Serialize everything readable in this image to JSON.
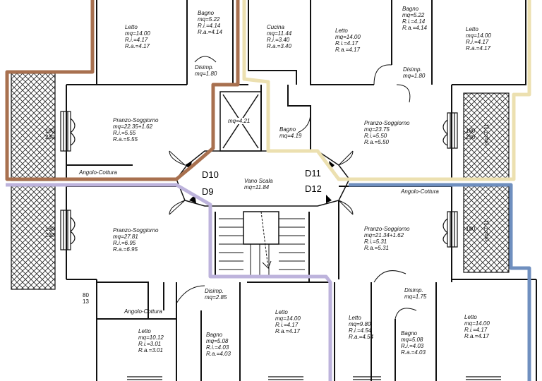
{
  "colors": {
    "brown": "#a8704f",
    "cream": "#ece0b0",
    "lavender": "#bdb3dc",
    "blue": "#6f8fbf",
    "wall": "#111111"
  },
  "rooms": {
    "letto_tl": {
      "name": "Letto",
      "mq": "mq=14.00",
      "ri": "R.i.=4.17",
      "ra": "R.a.=4.17"
    },
    "bagno_tl": {
      "name": "Bagno",
      "mq": "mq=5.22",
      "ri": "R.i.=4.14",
      "ra": "R.a.=4.14"
    },
    "disimp_tl": {
      "name": "Disimp.",
      "mq": "mq=1.80"
    },
    "cucina": {
      "name": "Cucina",
      "mq": "mq=11.44",
      "ri": "R.i.=3.40",
      "ra": "R.a.=3.40"
    },
    "letto_tc": {
      "name": "Letto",
      "mq": "mq=14.00",
      "ri": "R.i.=4.17",
      "ra": "R.a.=4.17"
    },
    "bagno_tr": {
      "name": "Bagno",
      "mq": "mq=5.22",
      "ri": "R.i.=4.14",
      "ra": "R.a.=4.14"
    },
    "letto_tr": {
      "name": "Letto",
      "mq": "mq=14.00",
      "ri": "R.i.=4.17",
      "ra": "R.a.=4.17"
    },
    "disimp_tr": {
      "name": "Disimp.",
      "mq": "mq=1.80"
    },
    "pranzo_tl": {
      "name": "Pranzo-Soggiorno",
      "mq": "mq=22.35+1.62",
      "ri": "R.i.=5.55",
      "ra": "R.a.=5.55"
    },
    "cavedio": {
      "mq": "mq=4.21"
    },
    "bagno_c": {
      "name": "Bagno",
      "mq": "mq=4.19"
    },
    "pranzo_tr": {
      "name": "Pranzo-Soggiorno",
      "mq": "mq=23.75",
      "ri": "R.i.=5.50",
      "ra": "R.a.=5.50"
    },
    "angolo_tl": {
      "name": "Angolo-Cottura"
    },
    "vano_scala": {
      "name": "Vano Scala",
      "mq": "mq=11.84"
    },
    "angolo_r": {
      "name": "Angolo-Cottura"
    },
    "pranzo_bl": {
      "name": "Pranzo-Soggiorno",
      "mq": "mq=27.81",
      "ri": "R.i.=6.95",
      "ra": "R.a.=6.95"
    },
    "pranzo_br": {
      "name": "Pranzo-Soggiorno",
      "mq": "mq=21.34+1.62",
      "ri": "R.i.=5.31",
      "ra": "R.a.=5.31"
    },
    "disimp_bl": {
      "name": "Disimp.",
      "mq": "mq=2.85"
    },
    "disimp_br": {
      "name": "Disimp.",
      "mq": "mq=1.75"
    },
    "angolo_bl": {
      "name": "Angolo-Cottura"
    },
    "letto_bl": {
      "name": "Letto",
      "mq": "mq=10.12",
      "ri": "R.i.=3.01",
      "ra": "R.a.=3.01"
    },
    "bagno_bl": {
      "name": "Bagno",
      "mq": "mq=5.08",
      "ri": "R.i.=4.03",
      "ra": "R.a.=4.03"
    },
    "letto_bc": {
      "name": "Letto",
      "mq": "mq=14.00",
      "ri": "R.i.=4.17",
      "ra": "R.a.=4.17"
    },
    "letto_bcr": {
      "name": "Letto",
      "mq": "mq=9.80",
      "ri": "R.i.=4.54",
      "ra": "R.a.=4.54"
    },
    "bagno_br": {
      "name": "Bagno",
      "mq": "mq=5.08",
      "ri": "R.i.=4.03",
      "ra": "R.a.=4.03"
    },
    "letto_br": {
      "name": "Letto",
      "mq": "mq=14.00",
      "ri": "R.i.=4.17",
      "ra": "R.a.=4.17"
    }
  },
  "doors": {
    "d9": "D9",
    "d10": "D10",
    "d11": "D11",
    "d12": "D12"
  },
  "dims": {
    "win_tl": {
      "a": "180",
      "b": "230"
    },
    "win_tr": {
      "a": "180",
      "b": "230"
    },
    "win_bl": {
      "a": "180",
      "b": "230"
    },
    "win_br": {
      "a": "180"
    },
    "balc_tr": "mq=7.11",
    "balc_br": "mq=7.11",
    "side_bl": {
      "a": "80",
      "b": "13"
    }
  }
}
